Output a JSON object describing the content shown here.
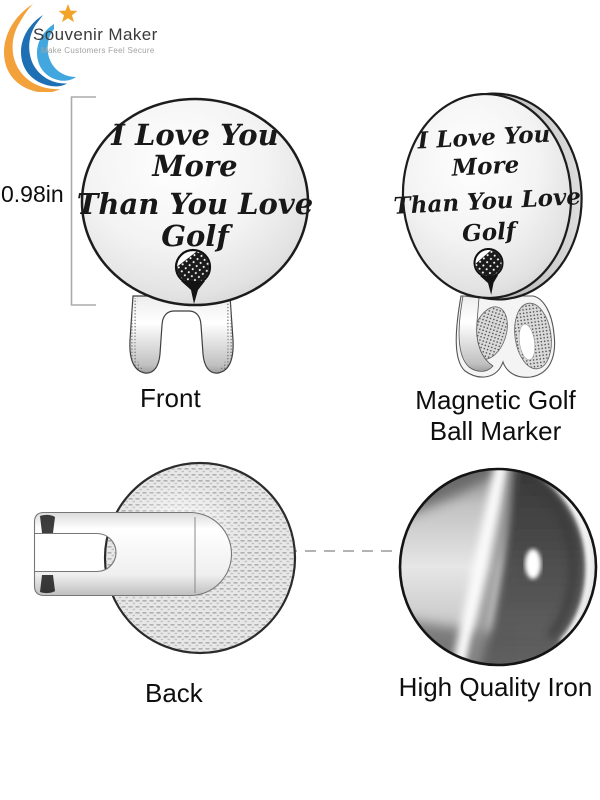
{
  "brand": {
    "name": "Souvenir Maker",
    "tagline": "Make Customers Feel Secure"
  },
  "measurement": {
    "diameter_label": "0.98in"
  },
  "engraving": {
    "line1": "I Love You",
    "line2": "More",
    "line3": "Than You Love",
    "line4": "Golf"
  },
  "views": {
    "front": {
      "caption": "Front"
    },
    "magnetic": {
      "caption_line1": "Magnetic Golf",
      "caption_line2": "Ball Marker"
    },
    "back": {
      "caption": "Back"
    },
    "iron": {
      "caption": "High Quality Iron"
    }
  },
  "icons": {
    "logo_swoosh": "crescent-swoosh-icon",
    "logo_star": "star-icon",
    "golf_tee": "golf-ball-on-tee-icon"
  },
  "colors": {
    "accent_orange": "#F2A13B",
    "accent_blue_dark": "#1E6FB4",
    "accent_blue_light": "#41A7DE",
    "disc_outline": "#1c1c1c",
    "label_text": "#0e0e0e",
    "dash_gray": "#9a9a9a"
  }
}
